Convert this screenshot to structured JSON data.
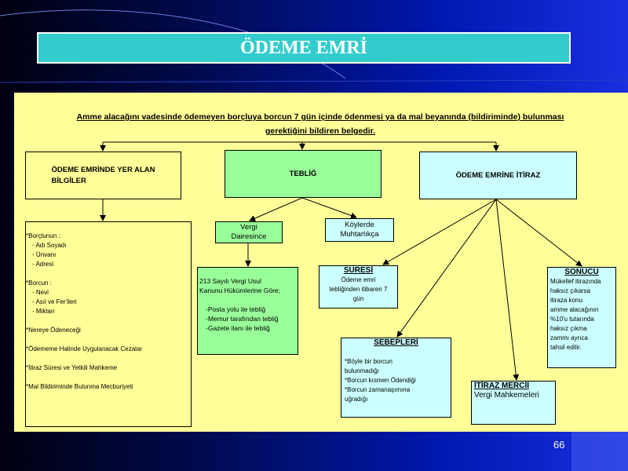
{
  "slide_title": "ÖDEME EMRİ",
  "intro_line1": "Amme alacağını vadesinde ödemeyen borçluya borcun 7 gün içinde ödenmesi ya da mal beyanında (bildiriminde) bulunması",
  "intro_line2": "gerektiğini bildiren belgedir.",
  "box_info": {
    "line1": "ÖDEME EMRİNDE YER ALAN",
    "line2": "BİLGİLER"
  },
  "box_teblig": "TEBLİĞ",
  "box_itiraz": "ÖDEME EMRİNE İTİRAZ",
  "box_vergi": {
    "line1": "Vergi",
    "line2": "Dairesince"
  },
  "box_koy": {
    "line1": "Köylerde",
    "line2": "Muhtarlıkça"
  },
  "details": [
    "*Borçlunun :",
    "   - Adı Soyadı",
    "   - Ünvanı",
    "   - Adresi",
    "",
    "*Borcun :",
    "   - Nevi",
    "   - Asıl ve Fer'ileri",
    "   - Miktarı",
    "",
    "*Nereye Ödeneceği",
    "",
    "*Ödememe Halinde Uygulanacak Cezalar",
    "",
    "*İtiraz Süresi ve Yetkili Mahkeme",
    "",
    "*Mal Bildiriminde Bulunma Mecburiyeti"
  ],
  "box_213": [
    "213 Sayılı Vergi Usul",
    "Kanunu Hükümlerine Göre;",
    "",
    "  -Posta yolu ile tebliğ",
    "  -Memur tarafından tebliğ",
    "  -Gazete ilanı ile tebliğ"
  ],
  "box_sure": {
    "heading": "SÜRESİ",
    "lines": [
      "Ödeme emri",
      "tebliğinden itibaren 7",
      "gün"
    ]
  },
  "box_sebep": {
    "heading": "SEBEPLERİ",
    "lines": [
      "",
      "*Böyle bir borcun",
      "bulunmadığı",
      "*Borcun kısmen Ödendiği",
      "*Borcun zamanaşımına",
      "uğradığı"
    ]
  },
  "box_merci": {
    "heading": "İTİRAZ MERCİİ",
    "line": "Vergi Mahkemeleri"
  },
  "box_sonuc": {
    "heading": "SONUCU",
    "lines": [
      "Mükellef itirazında",
      "haksız çıkarsa",
      "itiraza konu",
      "amme alacağının",
      "%10'u tutarında",
      "haksız çıkma",
      "zammı ayrıca",
      "tahsil edilir."
    ]
  },
  "page_number": "66",
  "colors": {
    "title_bg": "#33cccc",
    "panel_bg": "#ffff99",
    "green_box": "#99ff99",
    "cyan_box": "#ccffff"
  }
}
